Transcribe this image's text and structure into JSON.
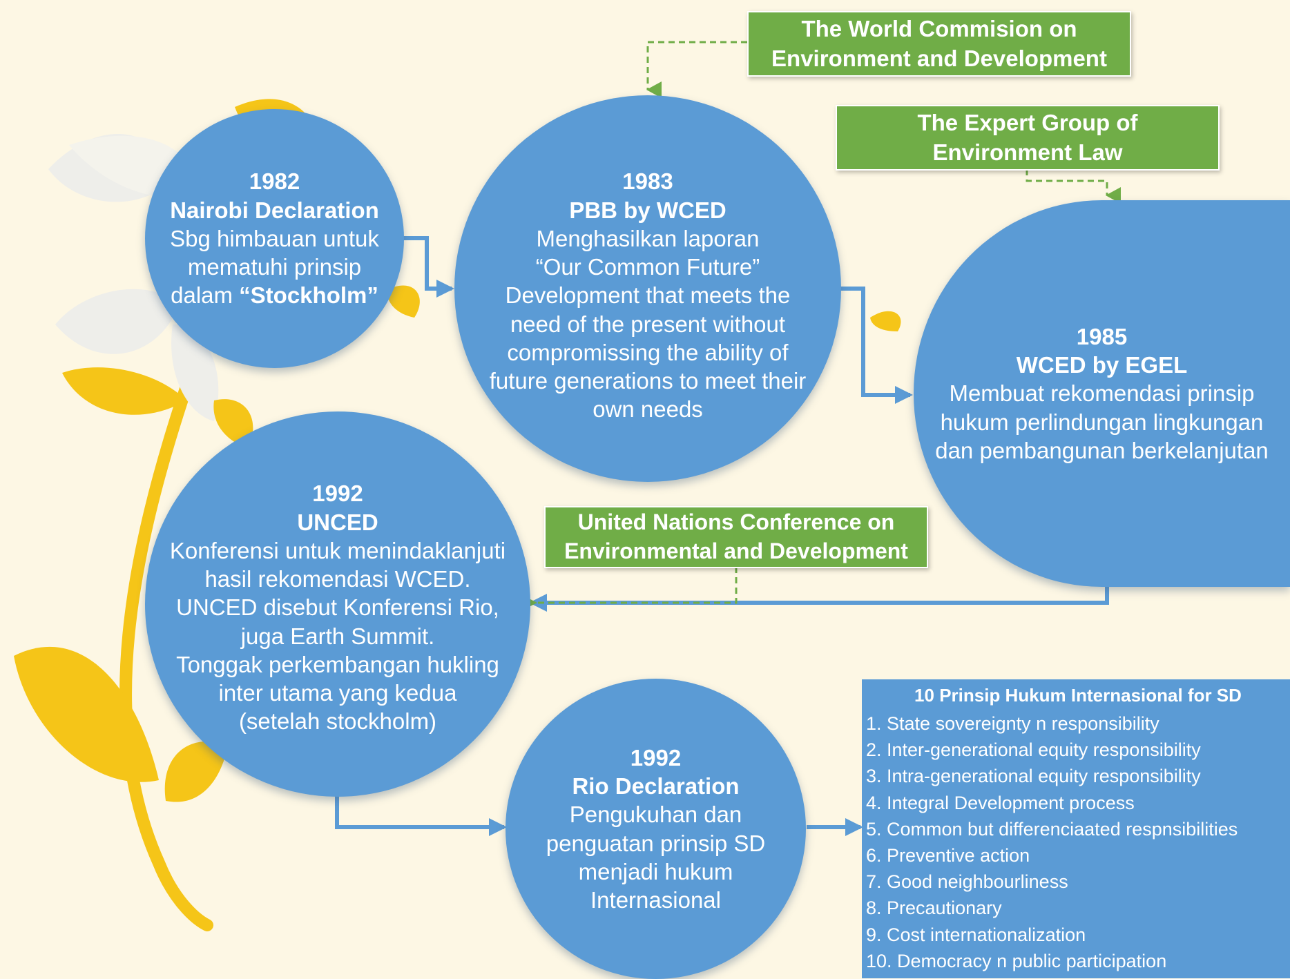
{
  "colors": {
    "bubble": "#5b9bd5",
    "label_box": "#70ad47",
    "arrow_blue": "#5b9bd5",
    "arrow_green": "#70ad47",
    "background": "#fdf7e4",
    "petal_yellow": "#f5c518",
    "petal_white": "#eeeeea"
  },
  "nodes": {
    "n1982": {
      "year": "1982",
      "title": "Nairobi Declaration",
      "line1": "Sbg himbauan untuk",
      "line2": "mematuhi prinsip",
      "line3_prefix": "dalam ",
      "line3_bold": "“Stockholm”"
    },
    "n1983": {
      "year": "1983",
      "title": "PBB by WCED",
      "lines": [
        "Menghasilkan laporan",
        "“Our Common Future”",
        "Development that meets the",
        "need of the present without",
        "compromissing the ability of",
        "future generations to meet their",
        "own needs"
      ]
    },
    "n1985": {
      "year": "1985",
      "title": "WCED by EGEL",
      "lines": [
        "Membuat rekomendasi prinsip",
        "hukum perlindungan lingkungan",
        "dan pembangunan berkelanjutan"
      ]
    },
    "n1992a": {
      "year": "1992",
      "title": "UNCED",
      "lines": [
        "Konferensi untuk menindaklanjuti",
        "hasil rekomendasi WCED.",
        "UNCED disebut Konferensi Rio,",
        "juga Earth Summit.",
        "Tonggak perkembangan hukling",
        "inter utama yang kedua",
        "(setelah stockholm)"
      ]
    },
    "n1992b": {
      "year": "1992",
      "title": "Rio Declaration",
      "lines": [
        "Pengukuhan dan",
        "penguatan prinsip SD",
        "menjadi hukum",
        "Internasional"
      ]
    }
  },
  "labels": {
    "wced": {
      "lines": [
        "The World Commision on",
        "Environment and Development"
      ]
    },
    "egel": {
      "lines": [
        "The Expert Group of",
        "Environment Law"
      ]
    },
    "unced": {
      "lines": [
        "United Nations Conference on",
        "Environmental and Development"
      ]
    }
  },
  "principles": {
    "title": "10 Prinsip Hukum Internasional for SD",
    "items": [
      "1. State sovereignty n responsibility",
      "2. Inter-generational equity responsibility",
      "3. Intra-generational equity responsibility",
      "4. Integral Development process",
      "5. Common but differenciaated respnsibilities",
      "6. Preventive action",
      "7. Good neighbourliness",
      "8. Precautionary",
      "9. Cost internationalization",
      "10. Democracy n public participation"
    ]
  }
}
